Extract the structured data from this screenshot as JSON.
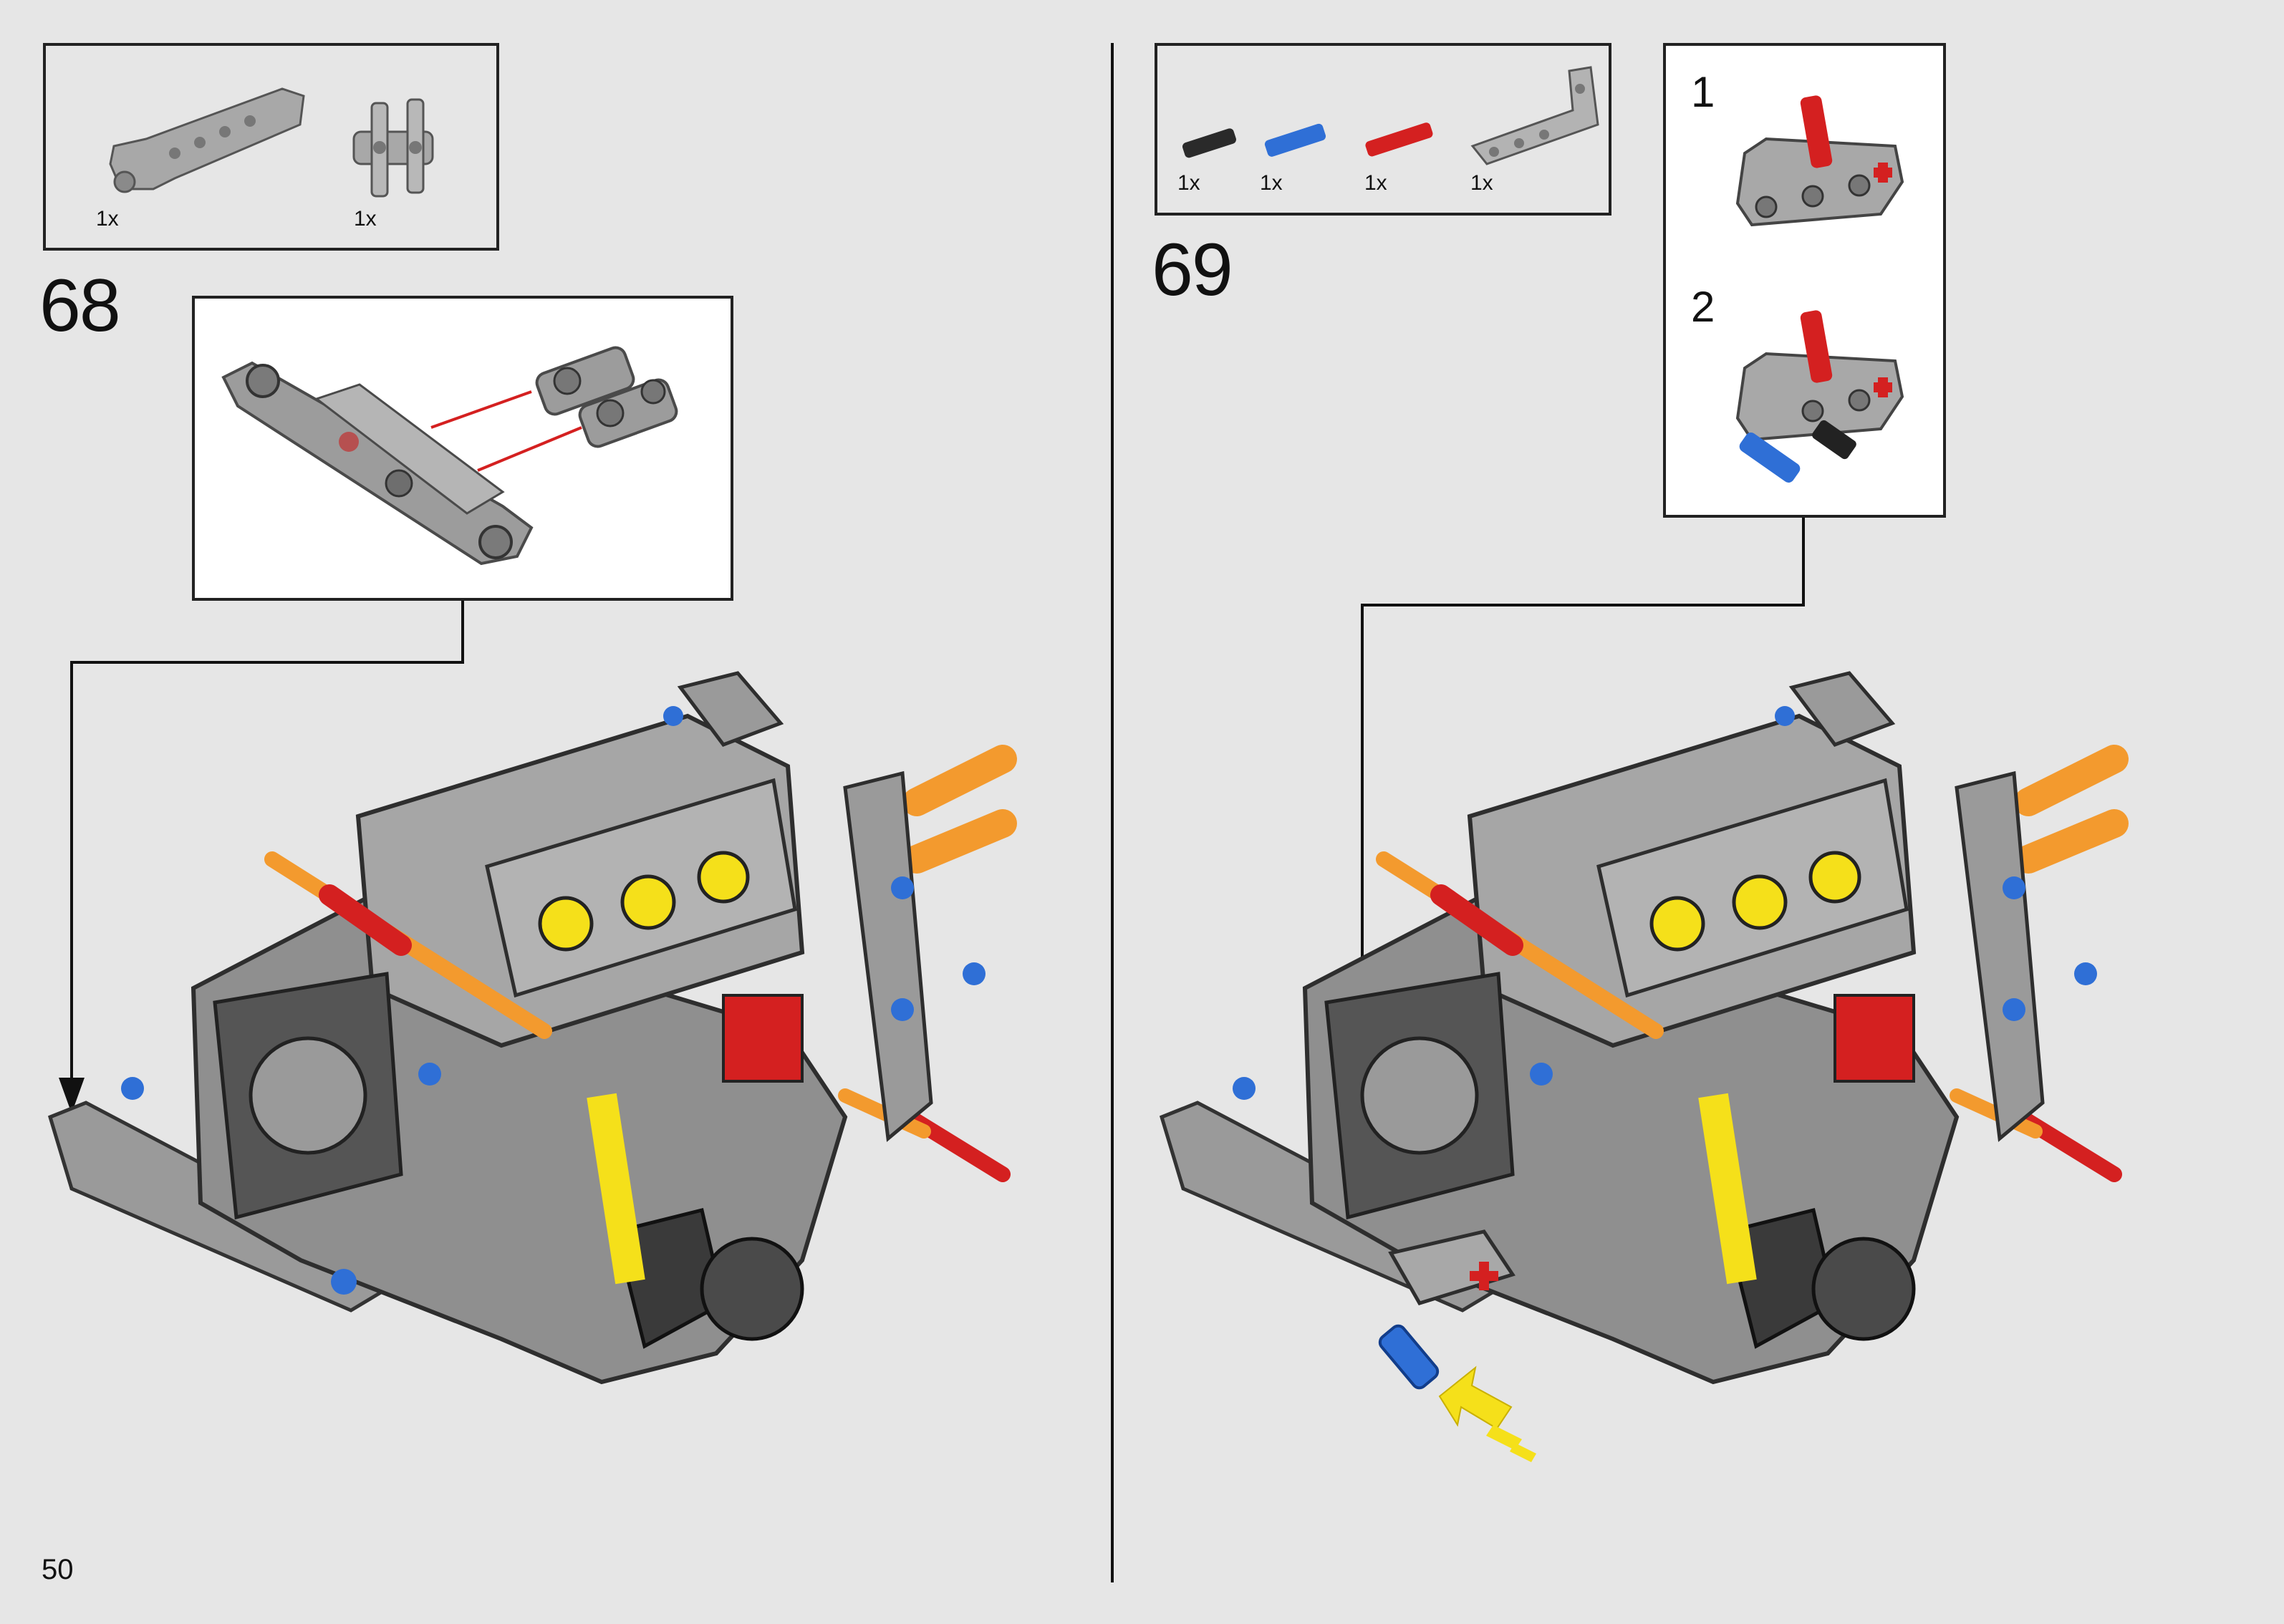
{
  "page_number": "50",
  "step_68": {
    "number": "68",
    "parts": [
      {
        "qty": "1x",
        "icon": "liftarm-thick-bent"
      },
      {
        "qty": "1x",
        "icon": "pin-connector-double"
      }
    ]
  },
  "step_69": {
    "number": "69",
    "parts": [
      {
        "qty": "1x",
        "icon": "black-pin"
      },
      {
        "qty": "1x",
        "icon": "blue-axle-pin"
      },
      {
        "qty": "1x",
        "icon": "red-axle-pin"
      },
      {
        "qty": "1x",
        "icon": "l-liftarm"
      }
    ],
    "substeps": [
      "1",
      "2"
    ]
  },
  "colors": {
    "background": "#e6e6e6",
    "frame_gray": "#9a9a9a",
    "dark_gray": "#3a3a3a",
    "blue": "#2f6fd6",
    "red": "#d42020",
    "orange": "#f39a2e",
    "yellow": "#f5e01a"
  }
}
